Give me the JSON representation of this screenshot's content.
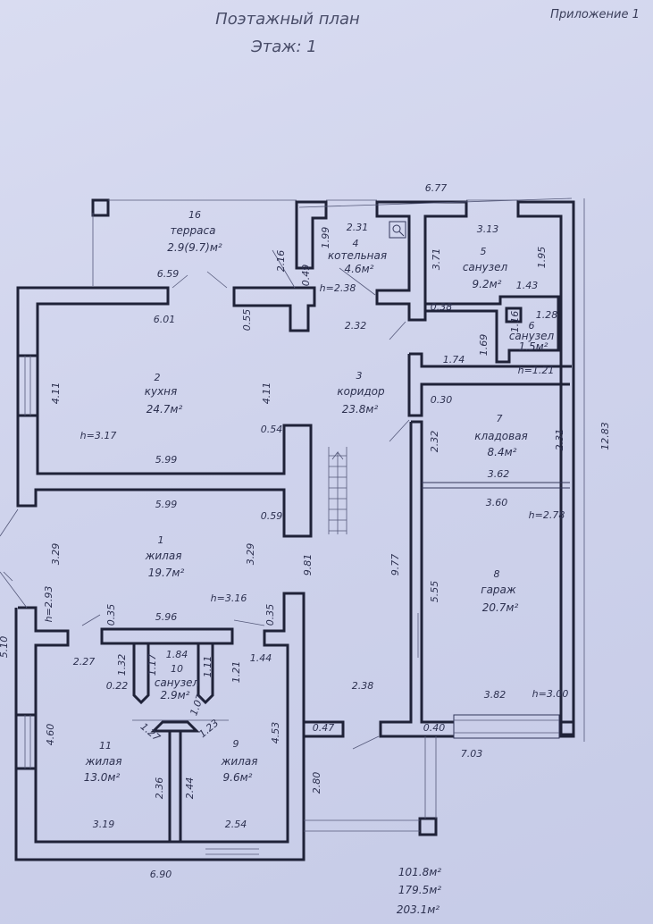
{
  "header": {
    "title": "Поэтажный план",
    "floor": "Этаж: 1",
    "appendix": "Приложение 1"
  },
  "rooms": [
    {
      "num": "1",
      "name": "жилая",
      "area": "19.7м²"
    },
    {
      "num": "2",
      "name": "кухня",
      "area": "24.7м²"
    },
    {
      "num": "3",
      "name": "коридор",
      "area": "23.8м²"
    },
    {
      "num": "4",
      "name": "котельная",
      "area": "4.6м²"
    },
    {
      "num": "5",
      "name": "санузел",
      "area": "9.2м²"
    },
    {
      "num": "6",
      "name": "санузел",
      "area": "1.5м²"
    },
    {
      "num": "7",
      "name": "кладовая",
      "area": "8.4м²"
    },
    {
      "num": "8",
      "name": "гараж",
      "area": "20.7м²"
    },
    {
      "num": "9",
      "name": "жилая",
      "area": "9.6м²"
    },
    {
      "num": "10",
      "name": "санузел",
      "area": "2.9м²"
    },
    {
      "num": "11",
      "name": "жилая",
      "area": "13.0м²"
    },
    {
      "num": "16",
      "name": "терраса",
      "area": "2.9(9.7)м²"
    }
  ],
  "heights": {
    "kitchen": "h=3.17",
    "boiler": "h=2.38",
    "wc_small": "h=1.21",
    "garage_top": "h=2.78",
    "garage_bottom": "h=3.00",
    "living1": "h=3.16",
    "living_left": "h=2.93"
  },
  "dims": {
    "d677": "6.77",
    "d231": "2.31",
    "d199": "1.99",
    "d216": "2.16",
    "d049": "0.49",
    "d313": "3.13",
    "d371": "3.71",
    "d195": "1.95",
    "d143": "1.43",
    "d038": "0.38",
    "d128": "1.28",
    "d116": "1.16",
    "d169": "1.69",
    "d174": "1.74",
    "d659": "6.59",
    "d601": "6.01",
    "d055": "0.55",
    "d232a": "2.32",
    "d411a": "4.11",
    "d411b": "4.11",
    "d054": "0.54",
    "d599a": "5.99",
    "d599b": "5.99",
    "d059": "0.59",
    "d030": "0.30",
    "d232b": "2.32",
    "d231b": "2.31",
    "d362": "3.62",
    "d360": "3.60",
    "d1283": "12.83",
    "d329a": "3.29",
    "d329b": "3.29",
    "d981": "9.81",
    "d977": "9.77",
    "d555": "5.55",
    "d035a": "0.35",
    "d035b": "0.35",
    "d596": "5.96",
    "d227": "2.27",
    "d132": "1.32",
    "d117": "1.17",
    "d184": "1.84",
    "d111": "1.11",
    "d121": "1.21",
    "d144": "1.44",
    "d022": "0.22",
    "d107": "1.07",
    "d127": "1.27",
    "d123": "1.23",
    "d460": "4.60",
    "d453": "4.53",
    "d047": "0.47",
    "d238": "2.38",
    "d382": "3.82",
    "d040": "0.40",
    "d703": "7.03",
    "d236": "2.36",
    "d244": "2.44",
    "d280": "2.80",
    "d319": "3.19",
    "d254": "2.54",
    "d690": "6.90",
    "d510": "5.10"
  },
  "totals": [
    "101.8м²",
    "179.5м²",
    "203.1м²"
  ]
}
